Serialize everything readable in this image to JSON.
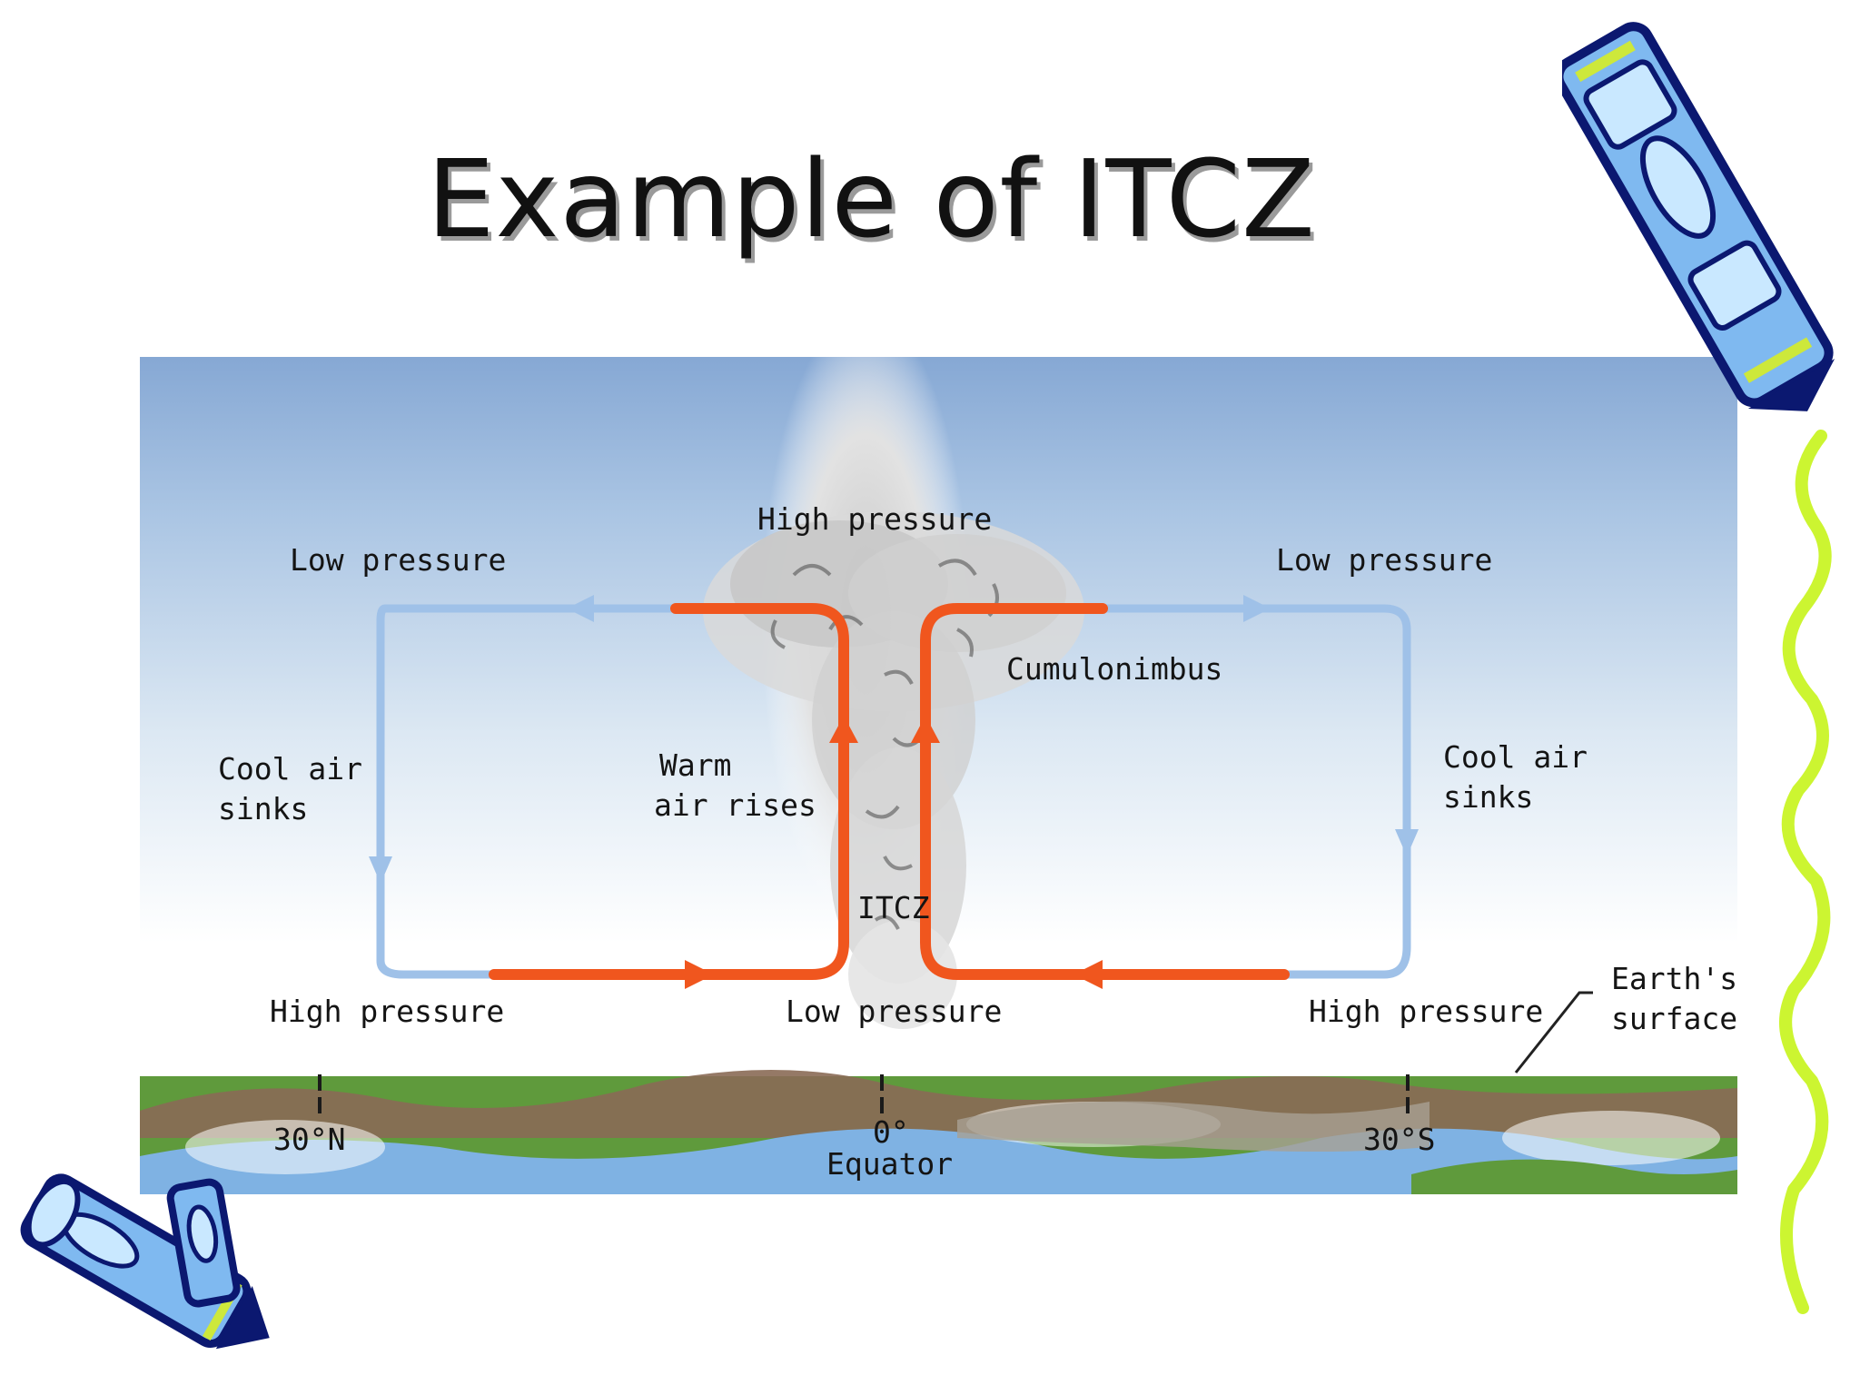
{
  "slide": {
    "title": "Example of ITCZ"
  },
  "diagram": {
    "labels": {
      "high_pressure_top": "High pressure",
      "low_pressure_top_left": "Low pressure",
      "low_pressure_top_right": "Low pressure",
      "cumulonimbus": "Cumulonimbus",
      "cool_air_left_line1": "Cool air",
      "cool_air_left_line2": "sinks",
      "cool_air_right_line1": "Cool air",
      "cool_air_right_line2": "sinks",
      "warm_air_line1": "Warm",
      "warm_air_line2": "air rises",
      "itcz": "ITCZ",
      "high_pressure_bottom_left": "High pressure",
      "low_pressure_bottom_center": "Low pressure",
      "high_pressure_bottom_right": "High pressure",
      "earths_surface_line1": "Earth's",
      "earths_surface_line2": "surface",
      "lat_30n": "30°N",
      "lat_0": "0°",
      "equator": "Equator",
      "lat_30s": "30°S"
    },
    "colors": {
      "warm_air": "#f0561e",
      "cool_air": "#9fc1e8",
      "sky_top": "#8fb0d8",
      "land_green": "#5f9a3c",
      "land_brown": "#8a6a55",
      "water_blue": "#7fb2e3"
    }
  },
  "decorations": {
    "crayon_icon_top_right": "crayon-icon",
    "crayon_icon_bottom_left": "crayon-icon",
    "squiggle_line": "green-squiggle"
  }
}
